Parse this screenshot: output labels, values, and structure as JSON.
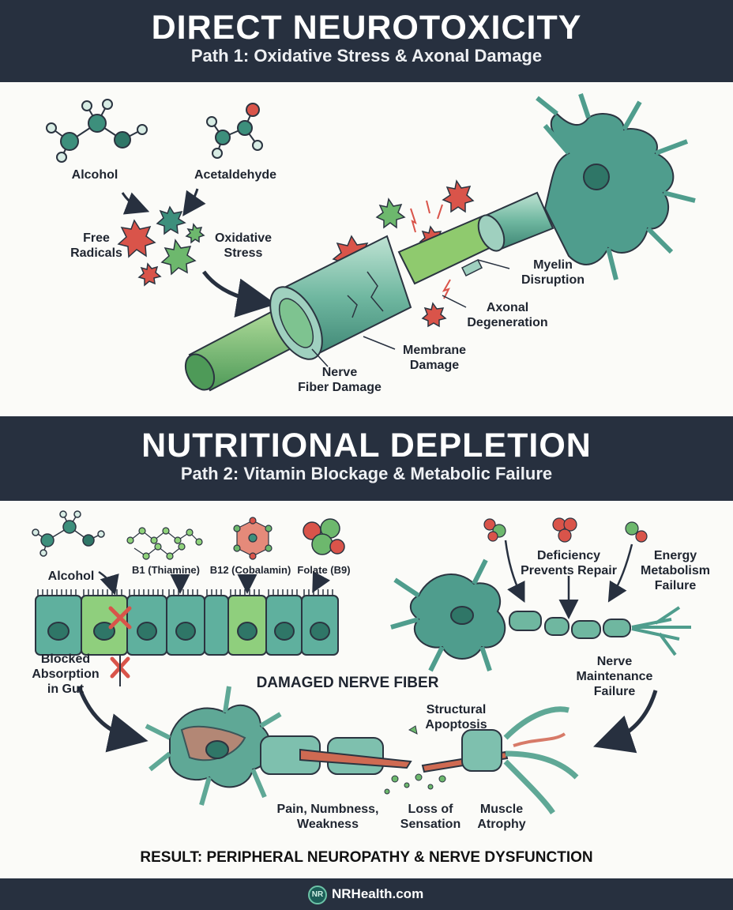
{
  "section1": {
    "title": "DIRECT NEUROTOXICITY",
    "subtitle": "Path 1: Oxidative Stress & Axonal Damage",
    "labels": {
      "alcohol": "Alcohol",
      "acetaldehyde": "Acetaldehyde",
      "free_radicals": "Free\nRadicals",
      "oxidative_stress": "Oxidative\nStress",
      "myelin_disruption": "Myelin\nDisruption",
      "axonal_degeneration": "Axonal\nDegeneration",
      "membrane_damage": "Membrane\nDamage",
      "nerve_fiber_damage": "Nerve\nFiber Damage"
    }
  },
  "section2": {
    "title": "NUTRITIONAL DEPLETION",
    "subtitle": "Path 2: Vitamin Blockage & Metabolic Failure",
    "labels": {
      "alcohol": "Alcohol",
      "b1": "B1 (Thiamine)",
      "b12": "B12 (Cobalamin)",
      "folate": "Folate (B9)",
      "blocked_absorption": "Blocked\nAbsorption\nin Gut",
      "deficiency_repair": "Deficiency\nPrevents Repair",
      "energy_failure": "Energy\nMetabolism\nFailure",
      "nerve_maintenance": "Nerve\nMaintenance\nFailure",
      "damaged_fiber": "DAMAGED NERVE FIBER",
      "structural_apoptosis": "Structural\nApoptosis",
      "pain": "Pain, Numbness,\nWeakness",
      "loss_sensation": "Loss of\nSensation",
      "muscle_atrophy": "Muscle\nAtrophy"
    },
    "result": "RESULT: PERIPHERAL NEUROPATHY & NERVE DYSFUNCTION"
  },
  "footer": {
    "logo_text": "NR",
    "site": "NRHealth.com"
  },
  "colors": {
    "banner": "#27303f",
    "teal": "#3f9b8c",
    "green": "#7cc08a",
    "red": "#d9544a",
    "arrow": "#27303f"
  },
  "icons": [
    "molecule-icon",
    "free-radical-icon",
    "neuron-icon",
    "gut-cell-icon",
    "red-x-icon",
    "logo-icon"
  ]
}
